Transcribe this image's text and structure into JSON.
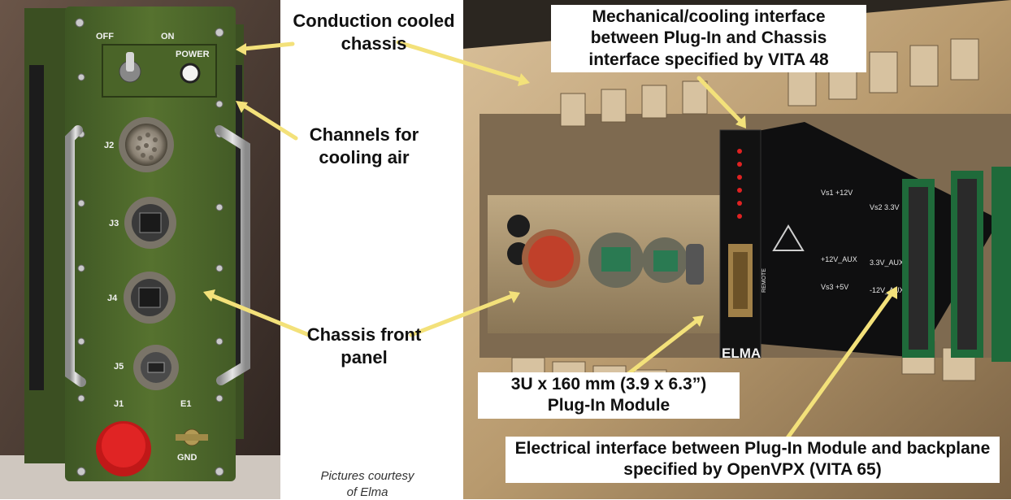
{
  "callouts": {
    "conduction": "Conduction cooled chassis",
    "channels": "Channels for cooling air",
    "front_panel": "Chassis front panel",
    "mechanical": "Mechanical/cooling interface between Plug-In and Chassis interface specified by VITA 48",
    "plugin_line1": "3U x 160 mm (3.9 x 6.3”)",
    "plugin_line2": "Plug-In Module",
    "electrical": "Electrical interface between Plug-In Module and backplane specified by OpenVPX (VITA 65)"
  },
  "credit": {
    "line1": "Pictures courtesy",
    "line2": "of Elma"
  },
  "photo_labels": {
    "off": "OFF",
    "on": "ON",
    "power": "POWER",
    "j2": "J2",
    "j3": "J3",
    "j4": "J4",
    "j5": "J5",
    "j1": "J1",
    "e1": "E1",
    "gnd": "GND",
    "elma": "ELMA",
    "vs1": "Vs1 +12V",
    "vs2": "Vs2 3.3V",
    "vs3": "Vs3 +5V",
    "aux1": "+12V_AUX",
    "aux2": "3.3V_AUX",
    "aux3": "-12V_AUX",
    "remote": "REMOTE"
  },
  "colors": {
    "chassis_green": "#4f6a2e",
    "callout_arrow": "#f3e17a",
    "connector_red": "#d62020"
  }
}
